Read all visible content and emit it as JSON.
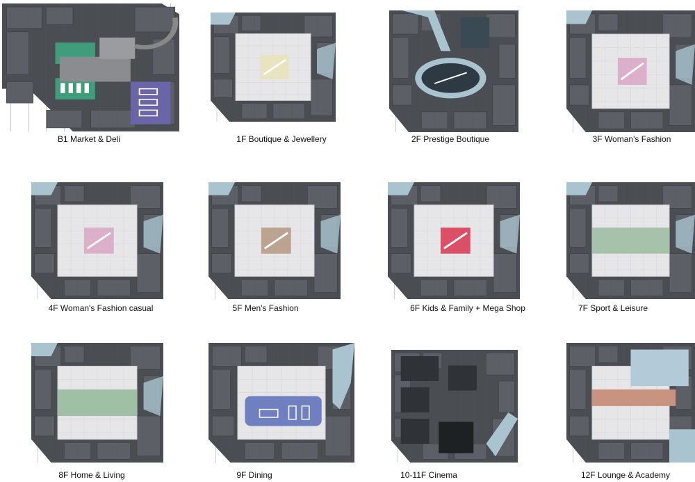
{
  "floors": [
    {
      "label": "B1 Market & Deli",
      "kind": "market",
      "accent": "#3f9d7c",
      "accent2": "#6a64a8"
    },
    {
      "label": "1F Boutique & Jewellery",
      "kind": "standard",
      "accent": "#e9e3b8",
      "bridge": "#a9c3cf"
    },
    {
      "label": "2F Prestige Boutique",
      "kind": "oval",
      "accent": "#a9c3cf"
    },
    {
      "label": "3F Woman's Fashion",
      "kind": "standard",
      "accent": "#d9a6c6",
      "bridge": "#a9c3cf"
    },
    {
      "label": "4F Woman's Fashion casual",
      "kind": "standard",
      "accent": "#d9a6c6",
      "bridge": "#a9c3cf"
    },
    {
      "label": "5F Men's Fashion",
      "kind": "standard",
      "accent": "#b59880",
      "bridge": "#a9c3cf"
    },
    {
      "label": "6F Kids & Family + Mega Shop",
      "kind": "standard",
      "accent": "#d9354f",
      "bridge": "#a9c3cf"
    },
    {
      "label": "7F Sport & Leisure",
      "kind": "standard",
      "accent": "#a7c2ab",
      "bridge": "#a9c3cf"
    },
    {
      "label": "8F Home & Living",
      "kind": "standard",
      "accent": "#9fc0a4",
      "bridge": "#a9c3cf"
    },
    {
      "label": "9F Dining",
      "kind": "dining",
      "accent": "#6f7fbf",
      "bridge": "#a9c3cf"
    },
    {
      "label": "10-11F Cinema",
      "kind": "cinema",
      "accent": "#2f3338",
      "bridge": "#a9c3cf"
    },
    {
      "label": "12F Lounge & Academy",
      "kind": "lounge",
      "accent": "#c9947f",
      "bridge": "#a9c3cf"
    }
  ]
}
